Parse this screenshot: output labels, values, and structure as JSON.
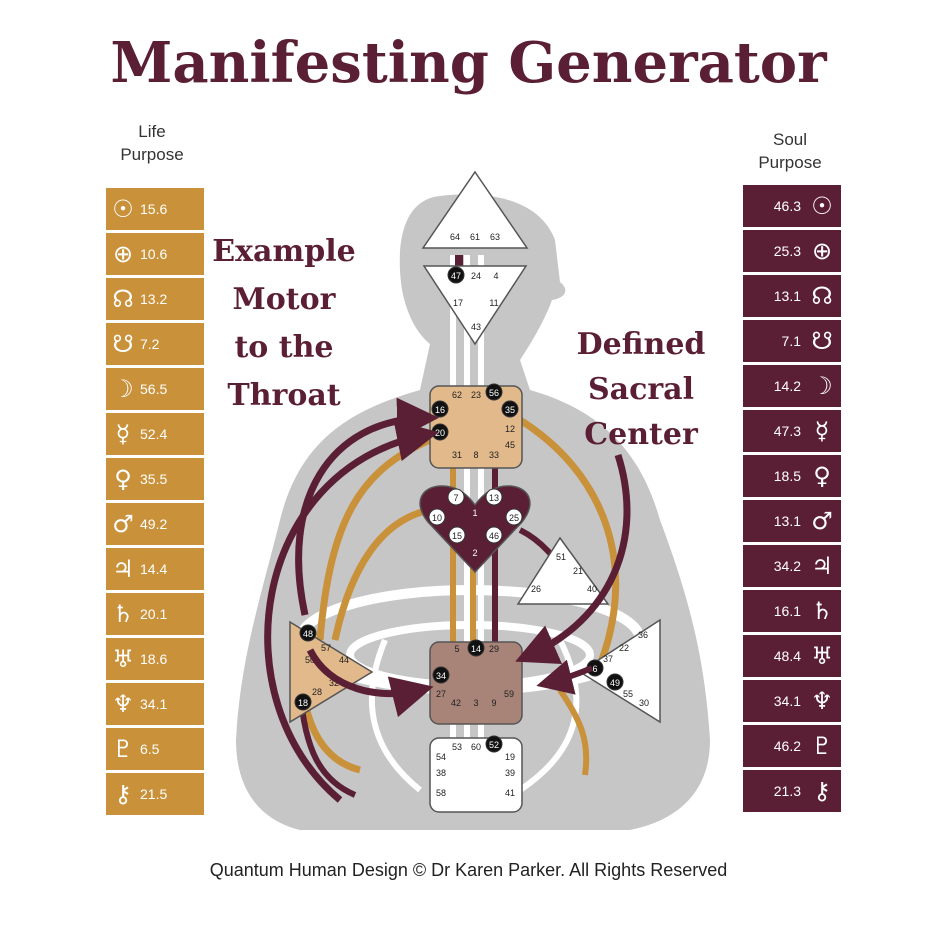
{
  "title": "Manifesting Generator",
  "left_column": {
    "header_line1": "Life",
    "header_line2": "Purpose",
    "rows": [
      {
        "icon": "sun-icon",
        "glyph": "☉",
        "value": "15.6"
      },
      {
        "icon": "earth-icon",
        "glyph": "⊕",
        "value": "10.6"
      },
      {
        "icon": "north-node-icon",
        "glyph": "☊",
        "value": "13.2"
      },
      {
        "icon": "south-node-icon",
        "glyph": "☋",
        "value": "7.2"
      },
      {
        "icon": "moon-icon",
        "glyph": "☽",
        "value": "56.5"
      },
      {
        "icon": "mercury-icon",
        "glyph": "☿",
        "value": "52.4"
      },
      {
        "icon": "venus-icon",
        "glyph": "♀",
        "value": "35.5"
      },
      {
        "icon": "mars-icon",
        "glyph": "♂",
        "value": "49.2"
      },
      {
        "icon": "jupiter-icon",
        "glyph": "♃",
        "value": "14.4"
      },
      {
        "icon": "saturn-icon",
        "glyph": "♄",
        "value": "20.1"
      },
      {
        "icon": "uranus-icon",
        "glyph": "♅",
        "value": "18.6"
      },
      {
        "icon": "neptune-icon",
        "glyph": "♆",
        "value": "34.1"
      },
      {
        "icon": "pluto-icon",
        "glyph": "♇",
        "value": "6.5"
      },
      {
        "icon": "chiron-icon",
        "glyph": "⚷",
        "value": "21.5"
      }
    ]
  },
  "right_column": {
    "header_line1": "Soul",
    "header_line2": "Purpose",
    "rows": [
      {
        "icon": "sun-icon",
        "glyph": "☉",
        "value": "46.3"
      },
      {
        "icon": "earth-icon",
        "glyph": "⊕",
        "value": "25.3"
      },
      {
        "icon": "north-node-icon",
        "glyph": "☊",
        "value": "13.1"
      },
      {
        "icon": "south-node-icon",
        "glyph": "☋",
        "value": "7.1"
      },
      {
        "icon": "moon-icon",
        "glyph": "☽",
        "value": "14.2"
      },
      {
        "icon": "mercury-icon",
        "glyph": "☿",
        "value": "47.3"
      },
      {
        "icon": "venus-icon",
        "glyph": "♀",
        "value": "18.5"
      },
      {
        "icon": "mars-icon",
        "glyph": "♂",
        "value": "13.1"
      },
      {
        "icon": "jupiter-icon",
        "glyph": "♃",
        "value": "34.2"
      },
      {
        "icon": "saturn-icon",
        "glyph": "♄",
        "value": "16.1"
      },
      {
        "icon": "uranus-icon",
        "glyph": "♅",
        "value": "48.4"
      },
      {
        "icon": "neptune-icon",
        "glyph": "♆",
        "value": "34.1"
      },
      {
        "icon": "pluto-icon",
        "glyph": "♇",
        "value": "46.2"
      },
      {
        "icon": "chiron-icon",
        "glyph": "⚷",
        "value": "21.3"
      }
    ]
  },
  "annotations": {
    "motor_line1": "Example",
    "motor_line2": "Motor",
    "motor_line3": "to the",
    "motor_line4": "Throat",
    "sacral_line1": "Defined",
    "sacral_line2": "Sacral",
    "sacral_line3": "Center"
  },
  "centers": {
    "head": {
      "gates": [
        "64",
        "61",
        "63"
      ]
    },
    "ajna": {
      "gates": [
        "47",
        "24",
        "4",
        "17",
        "11",
        "43"
      ]
    },
    "throat": {
      "gates": [
        "62",
        "23",
        "56",
        "16",
        "35",
        "20",
        "12",
        "45",
        "31",
        "8",
        "33"
      ]
    },
    "g_center": {
      "gates": [
        "7",
        "1",
        "13",
        "10",
        "25",
        "15",
        "46",
        "2"
      ]
    },
    "ego": {
      "gates": [
        "51",
        "21",
        "26",
        "40"
      ]
    },
    "spleen": {
      "gates": [
        "48",
        "57",
        "44",
        "50",
        "32",
        "28",
        "18"
      ]
    },
    "solar_plexus": {
      "gates": [
        "36",
        "22",
        "6",
        "37",
        "49",
        "55",
        "30"
      ]
    },
    "sacral": {
      "gates": [
        "5",
        "14",
        "29",
        "34",
        "27",
        "42",
        "3",
        "9",
        "59"
      ]
    },
    "root": {
      "gates": [
        "53",
        "60",
        "52",
        "54",
        "19",
        "38",
        "39",
        "58",
        "41"
      ]
    }
  },
  "colors": {
    "maroon": "#5b1f35",
    "gold": "#c9913a",
    "body_gray": "#c6c6c6",
    "throat_fill": "#e2b98a",
    "sacral_fill": "#a88478"
  },
  "footer": "Quantum Human Design © Dr Karen Parker. All Rights Reserved"
}
